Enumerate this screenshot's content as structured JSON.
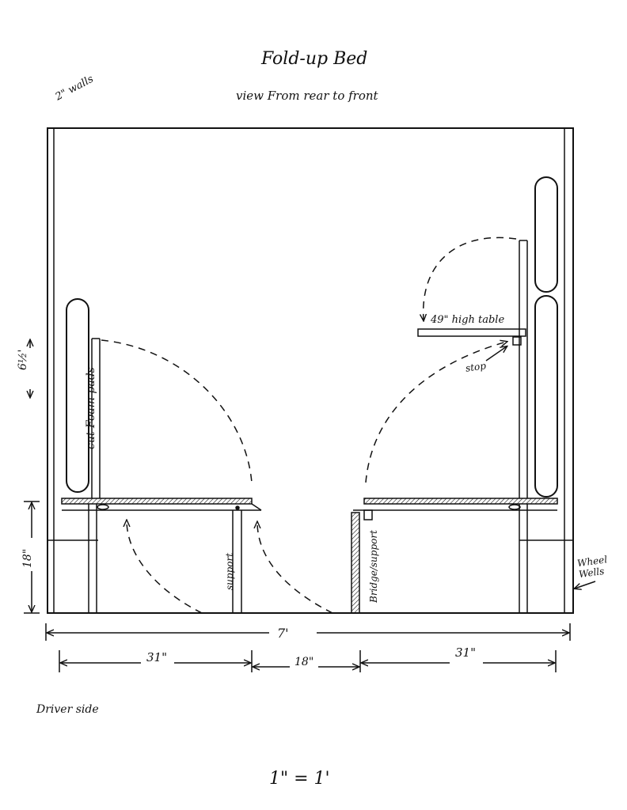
{
  "title": "Fold-up Bed",
  "subtitle": "view From rear to front",
  "labels": {
    "walls": "2\" walls",
    "height": "6½'",
    "foam_pads": "cut Foam pads",
    "table": "49\" high table",
    "stop": "stop",
    "seat_height": "18\"",
    "support": "support",
    "bridge_support": "Bridge/support",
    "wheel_wells": "Wheel Wells",
    "driver_side": "Driver side",
    "scale": "1\" = 1'"
  },
  "dimensions": {
    "overall": "7'",
    "left_bench": "31\"",
    "center_gap": "18\"",
    "right_bench": "31\""
  }
}
